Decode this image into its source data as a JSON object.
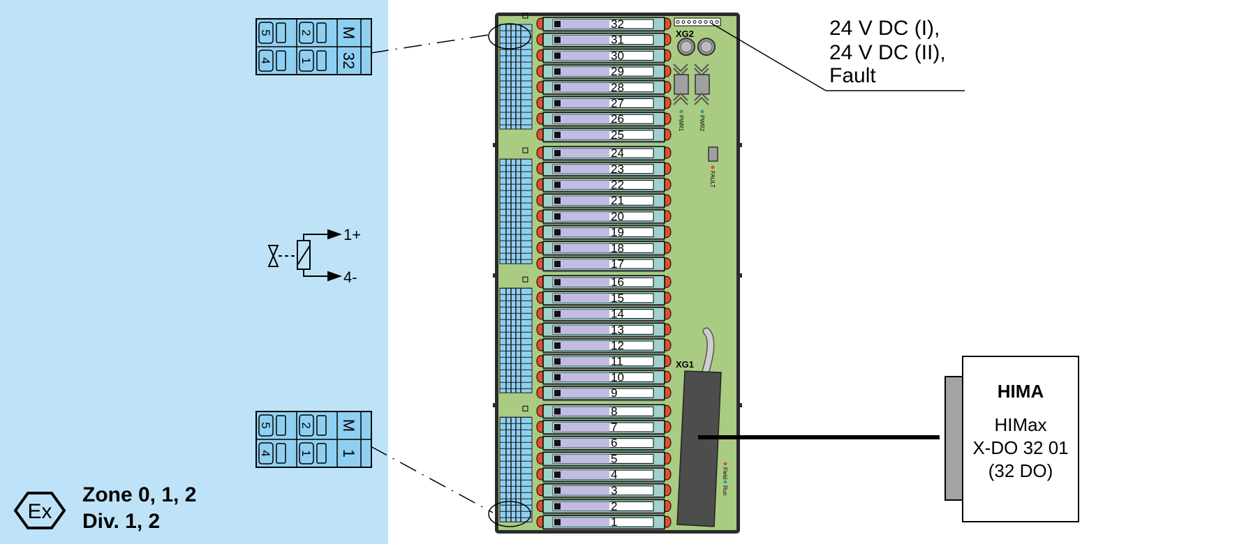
{
  "colors": {
    "hazard_zone_bg": "#bee3f8",
    "terminal_fill": "#8fd0f2",
    "board_green": "#aacb82",
    "slot_teal": "#9ed3cc",
    "slot_lavender": "#c1bce3",
    "led_red": "#e0502e",
    "led_teal": "#2aa39a",
    "connector_dark": "#4d4d4d",
    "hima_connector_grey": "#a3a3a3"
  },
  "hazard_zone": {
    "marking_icon": "ex-hexagon-icon",
    "marking_text": "Ex",
    "zone_line": "Zone 0, 1, 2",
    "div_line": "Div. 1, 2"
  },
  "terminal_blocks": [
    {
      "channel": "32",
      "top_labels": [
        "5",
        "2",
        "M"
      ],
      "bottom_labels": [
        "4",
        "1",
        "32"
      ]
    },
    {
      "channel": "1",
      "top_labels": [
        "5",
        "2",
        "M"
      ],
      "bottom_labels": [
        "4",
        "1",
        "1"
      ]
    }
  ],
  "valve_symbol": {
    "icon": "solenoid-valve-icon",
    "plus_label": "1+",
    "minus_label": "4-"
  },
  "board": {
    "slot_count": 32,
    "slot_labels": [
      "32",
      "31",
      "30",
      "29",
      "28",
      "27",
      "26",
      "25",
      "24",
      "23",
      "22",
      "21",
      "20",
      "19",
      "18",
      "17",
      "16",
      "15",
      "14",
      "13",
      "12",
      "11",
      "10",
      "9",
      "8",
      "7",
      "6",
      "5",
      "4",
      "3",
      "2",
      "1"
    ],
    "xg2_label": "XG2",
    "xg1_label": "XG1",
    "pwr1_label": "PWR1",
    "pwr2_label": "PWR2",
    "fault_label": "FAULT",
    "field_label": "Field",
    "run_label": "Run"
  },
  "power_callout": {
    "line1": "24 V DC (I),",
    "line2": "24 V DC (II),",
    "line3": "Fault"
  },
  "hima_module": {
    "brand": "HIMA",
    "line1": "HIMax",
    "line2": "X-DO 32 01",
    "line3": "(32 DO)"
  }
}
